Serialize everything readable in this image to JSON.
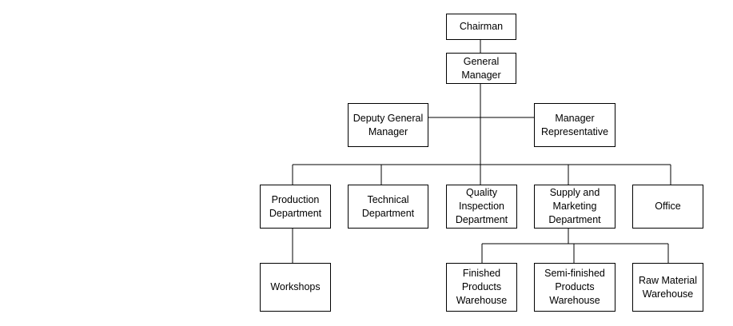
{
  "org_chart": {
    "chairman": "Chairman",
    "general_manager": "General\nManager",
    "deputy_general_manager": "Deputy General\nManager",
    "manager_representative": "Manager\nRepresentative",
    "production_department": "Production\nDepartment",
    "technical_department": "Technical\nDepartment",
    "quality_inspection_department": "Quality\nInspection\nDepartment",
    "supply_and_marketing_department": "Supply and\nMarketing\nDepartment",
    "office": "Office",
    "workshops": "Workshops",
    "finished_products_warehouse": "Finished\nProducts\nWarehouse",
    "semi_finished_products_warehouse": "Semi-finished\nProducts\nWarehouse",
    "raw_material_warehouse": "Raw Material\nWarehouse"
  }
}
